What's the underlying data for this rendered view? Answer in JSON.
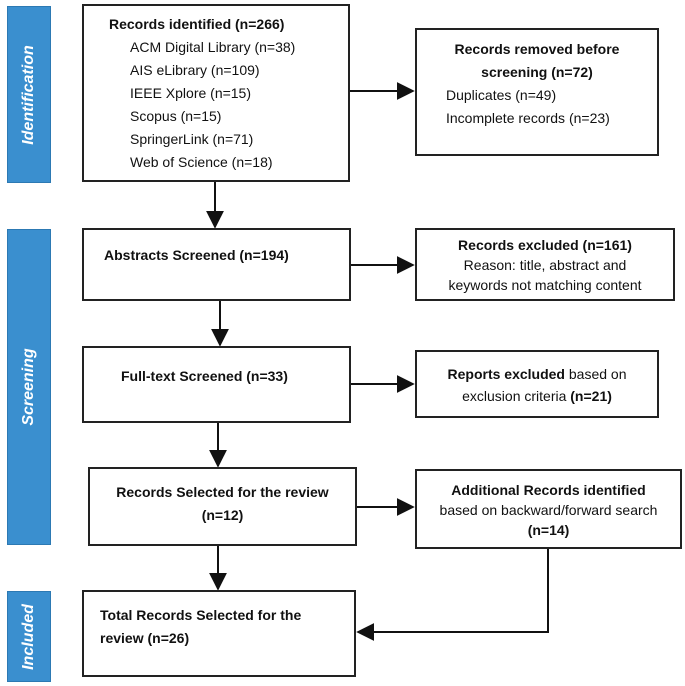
{
  "phases": {
    "identification": "Identification",
    "screening": "Screening",
    "included": "Included"
  },
  "identified": {
    "title": "Records identified (n=266)",
    "sources": [
      "ACM Digital Library (n=38)",
      "AIS eLibrary (n=109)",
      "IEEE Xplore (n=15)",
      "Scopus (n=15)",
      "SpringerLink (n=71)",
      "Web of Science (n=18)"
    ]
  },
  "removed": {
    "title_line1": "Records removed before",
    "title_line2": "screening (n=72)",
    "items": [
      "Duplicates (n=49)",
      "Incomplete records (n=23)"
    ]
  },
  "abstracts": {
    "title": "Abstracts Screened (n=194)"
  },
  "excluded": {
    "title": "Records excluded (n=161)",
    "reason_line1": "Reason: title, abstract and",
    "reason_line2": "keywords not matching content"
  },
  "fulltext": {
    "title": "Full-text Screened (n=33)"
  },
  "reports_excluded": {
    "bold": "Reports excluded",
    "rest": " based on",
    "line2_plain": "exclusion criteria ",
    "line2_bold": "(n=21)"
  },
  "selected": {
    "line1": "Records Selected for the review",
    "line2": "(n=12)"
  },
  "additional": {
    "line1": "Additional Records identified",
    "line2": "based on backward/forward search",
    "line3": "(n=14)"
  },
  "total": {
    "line1": "Total Records Selected for the",
    "line2": "review (n=26)"
  }
}
